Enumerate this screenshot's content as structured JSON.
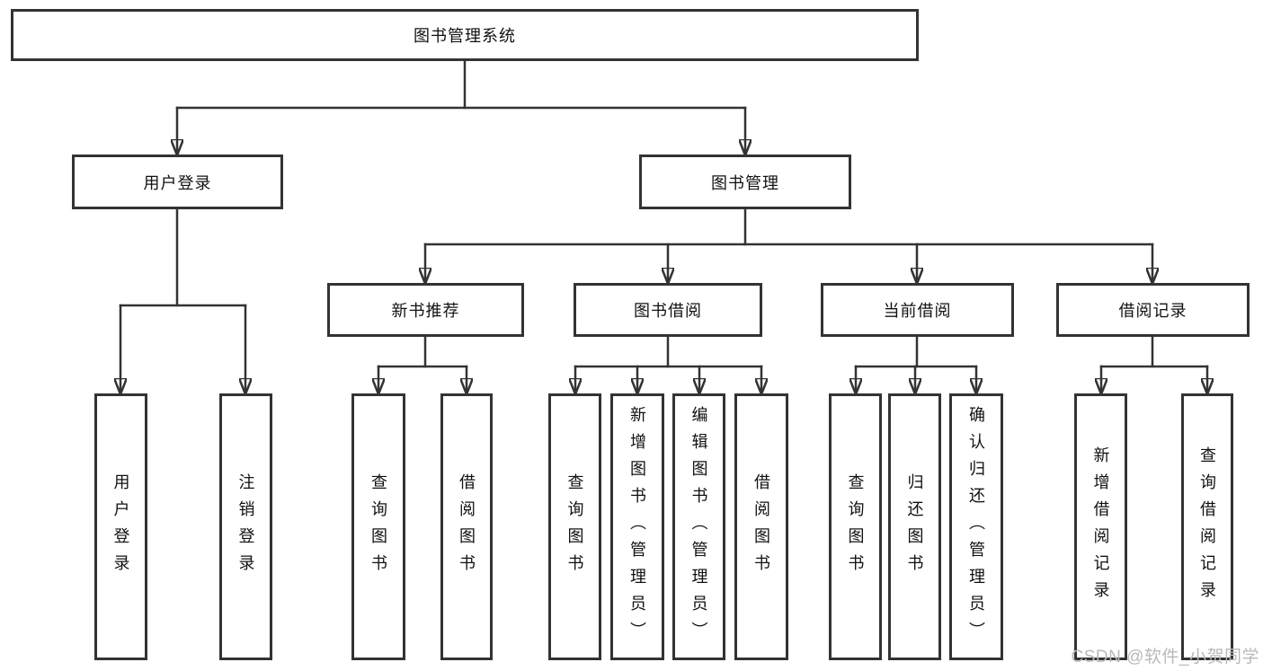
{
  "diagram": {
    "root": {
      "label": "图书管理系统"
    },
    "level2": [
      {
        "label": "用户登录"
      },
      {
        "label": "图书管理"
      }
    ],
    "level3": [
      {
        "label": "新书推荐"
      },
      {
        "label": "图书借阅"
      },
      {
        "label": "当前借阅"
      },
      {
        "label": "借阅记录"
      }
    ],
    "leaves": [
      {
        "label": "用户登录"
      },
      {
        "label": "注销登录"
      },
      {
        "label": "查询图书"
      },
      {
        "label": "借阅图书"
      },
      {
        "label": "查询图书"
      },
      {
        "label": "新增图书（管理员）"
      },
      {
        "label": "编辑图书（管理员）"
      },
      {
        "label": "借阅图书"
      },
      {
        "label": "查询图书"
      },
      {
        "label": "归还图书"
      },
      {
        "label": "确认归还（管理员）"
      },
      {
        "label": "新增借阅记录"
      },
      {
        "label": "查询借阅记录"
      }
    ],
    "colors": {
      "line": "#333333",
      "border": "#333333",
      "box_background": "#ffffff",
      "text": "#111111",
      "watermark_text": "#b9b9bd"
    }
  },
  "watermark": {
    "text": "CSDN @软件_小贺同学"
  }
}
